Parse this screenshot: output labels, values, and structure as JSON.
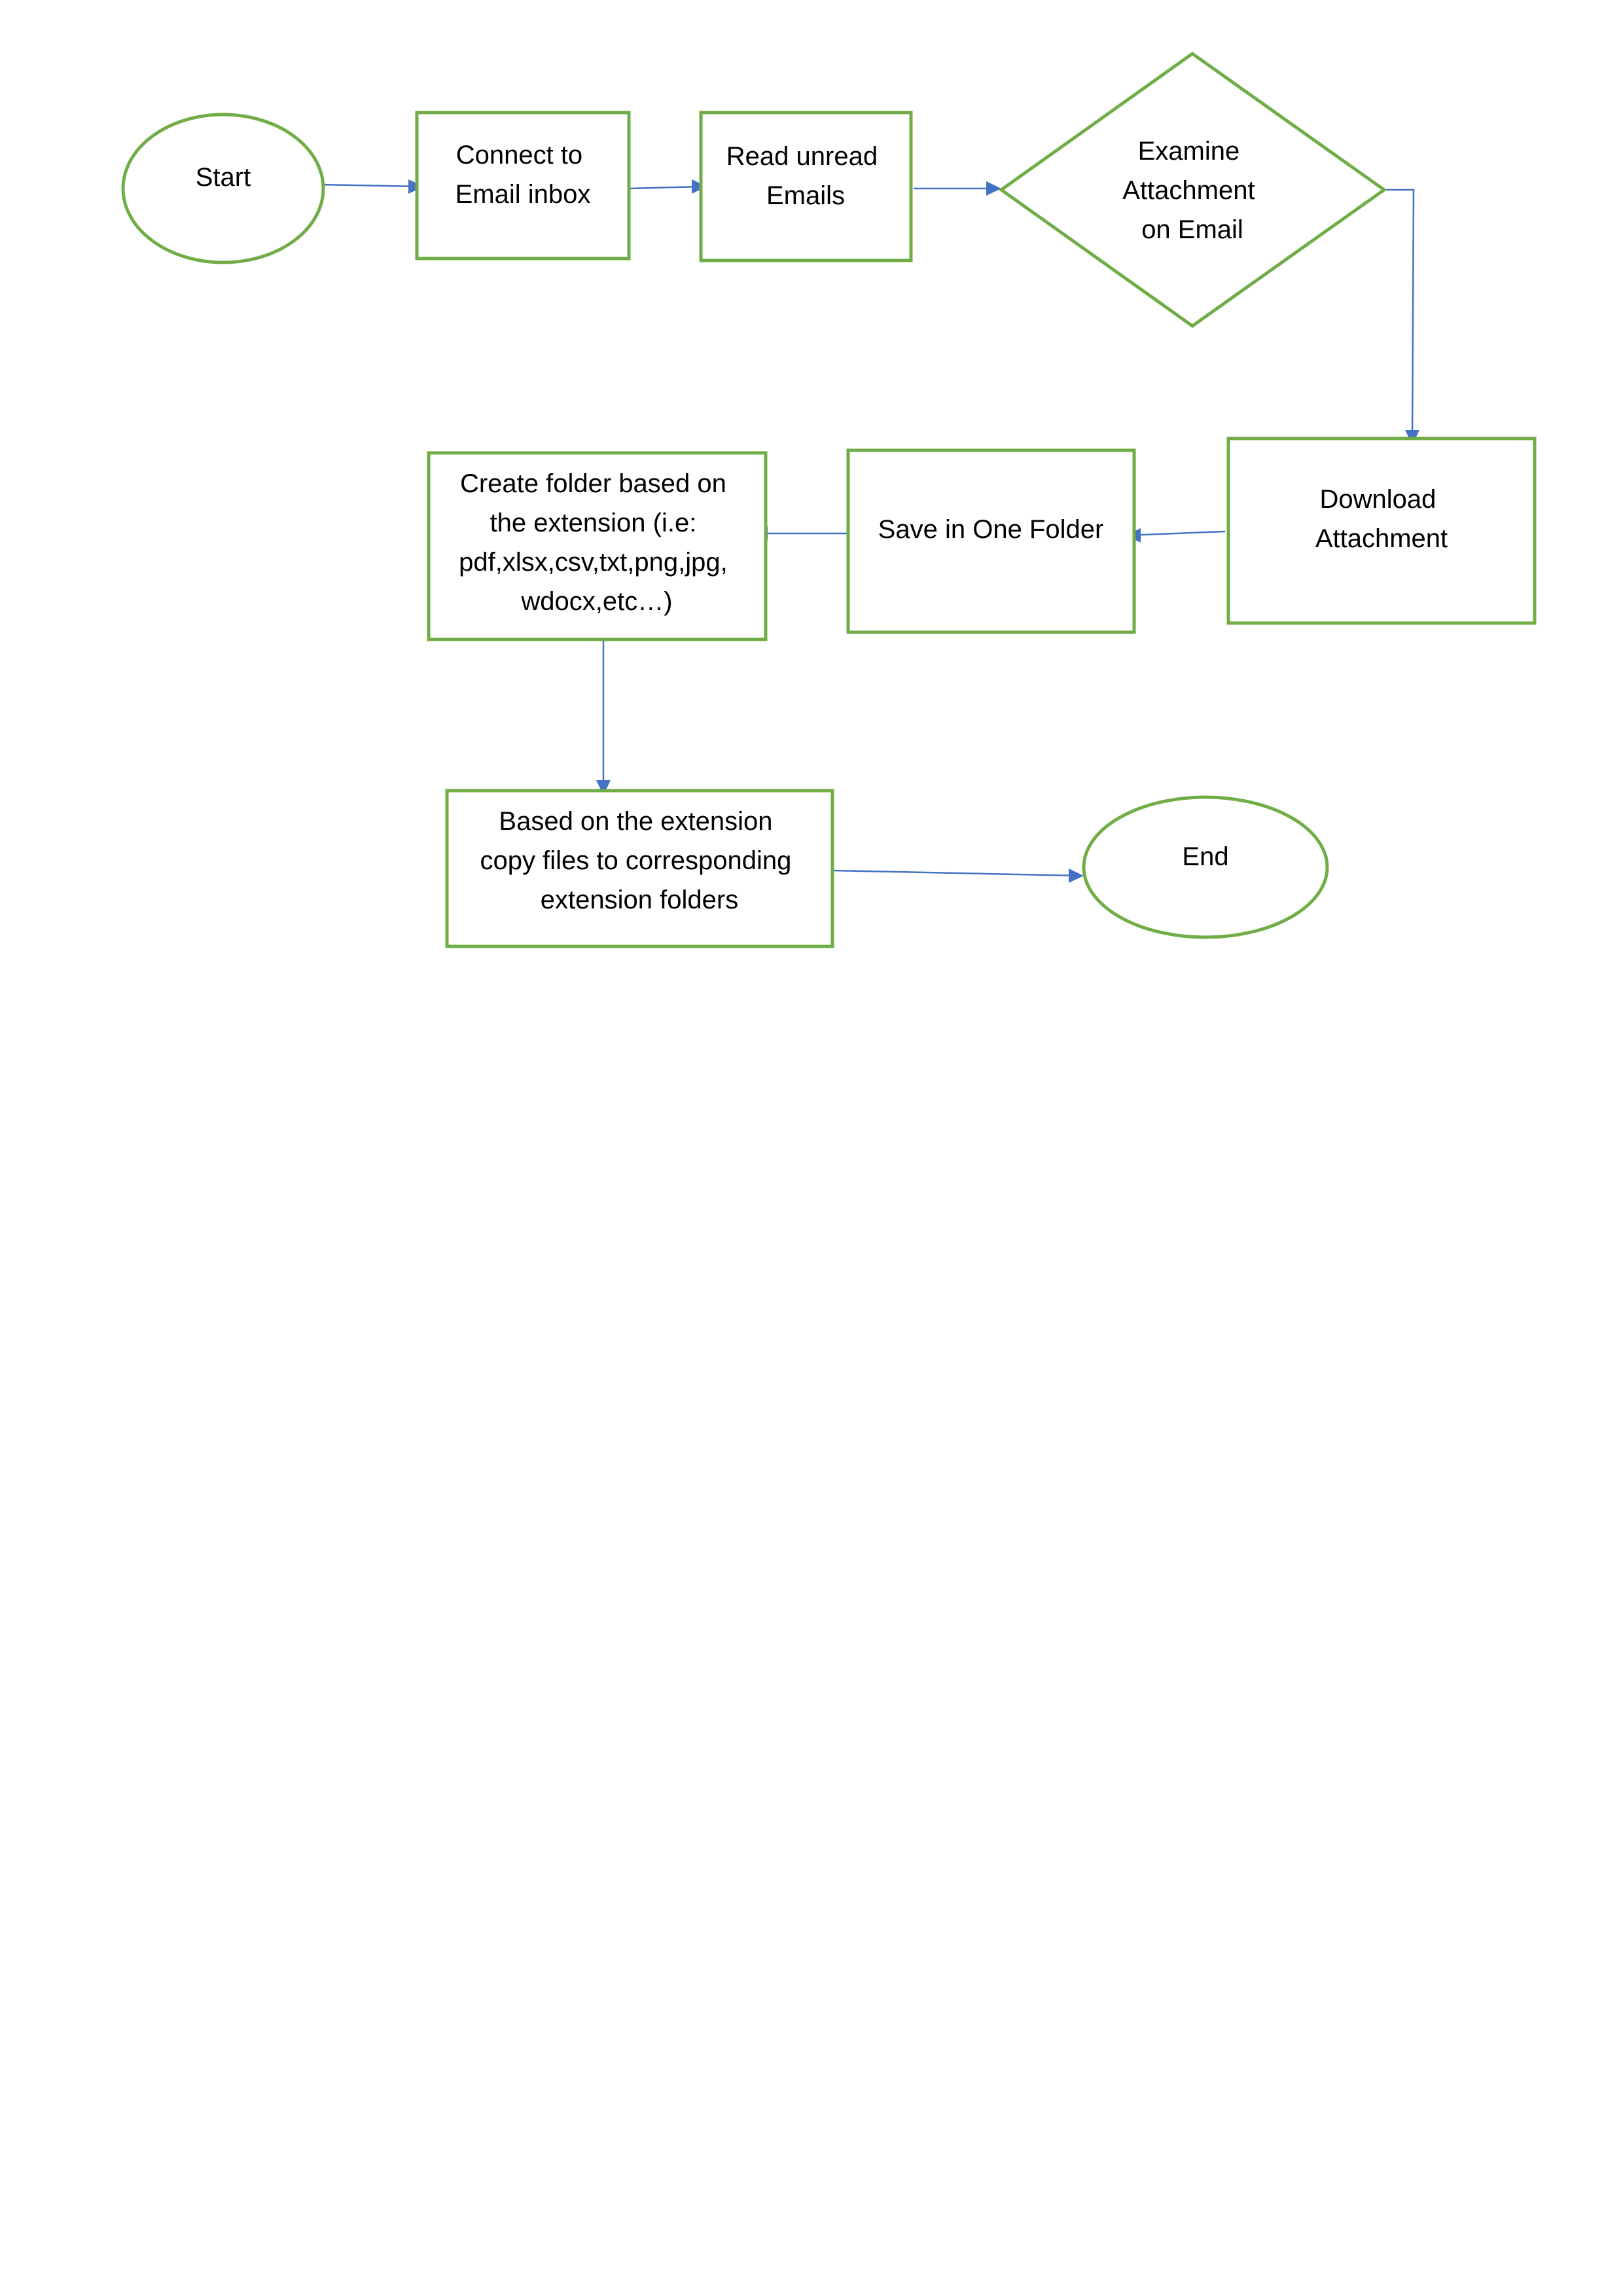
{
  "diagram": {
    "colors": {
      "node_border": "#70ad47",
      "edge": "#4472c4",
      "text": "#000000",
      "background": "#ffffff"
    },
    "nodes": {
      "start": {
        "shape": "ellipse",
        "lines": [
          "Start"
        ]
      },
      "connect": {
        "shape": "rectangle",
        "lines": [
          "Connect to",
          "Email inbox"
        ]
      },
      "read": {
        "shape": "rectangle",
        "lines": [
          "Read unread",
          "Emails"
        ]
      },
      "examine": {
        "shape": "diamond",
        "lines": [
          "Examine",
          "Attachment",
          "on Email"
        ]
      },
      "download": {
        "shape": "rectangle",
        "lines": [
          "Download",
          "Attachment"
        ]
      },
      "save": {
        "shape": "rectangle",
        "lines": [
          "Save in One Folder"
        ]
      },
      "create": {
        "shape": "rectangle",
        "lines": [
          "Create folder based on",
          "the extension (i.e:",
          "pdf,xlsx,csv,txt,png,jpg,",
          "wdocx,etc…)"
        ]
      },
      "copy": {
        "shape": "rectangle",
        "lines": [
          "Based on the extension",
          "copy files to corresponding",
          "extension folders"
        ]
      },
      "end": {
        "shape": "ellipse",
        "lines": [
          "End"
        ]
      }
    },
    "edges": [
      {
        "from": "start",
        "to": "connect"
      },
      {
        "from": "connect",
        "to": "read"
      },
      {
        "from": "read",
        "to": "examine"
      },
      {
        "from": "examine",
        "to": "download"
      },
      {
        "from": "download",
        "to": "save"
      },
      {
        "from": "save",
        "to": "create"
      },
      {
        "from": "create",
        "to": "copy"
      },
      {
        "from": "copy",
        "to": "end"
      }
    ]
  }
}
